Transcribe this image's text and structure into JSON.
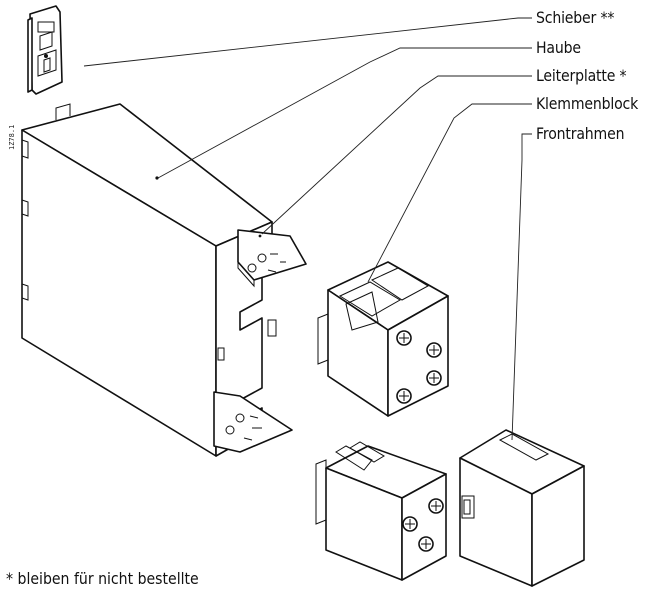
{
  "labels": {
    "schieber": "Schieber **",
    "haube": "Haube",
    "leiterplatte": "Leiterplatte *",
    "klemmenblock": "Klemmenblock",
    "frontrahmen": "Frontrahmen"
  },
  "side_code": "1Z78.1",
  "footer_text": "* bleiben für nicht bestellte"
}
